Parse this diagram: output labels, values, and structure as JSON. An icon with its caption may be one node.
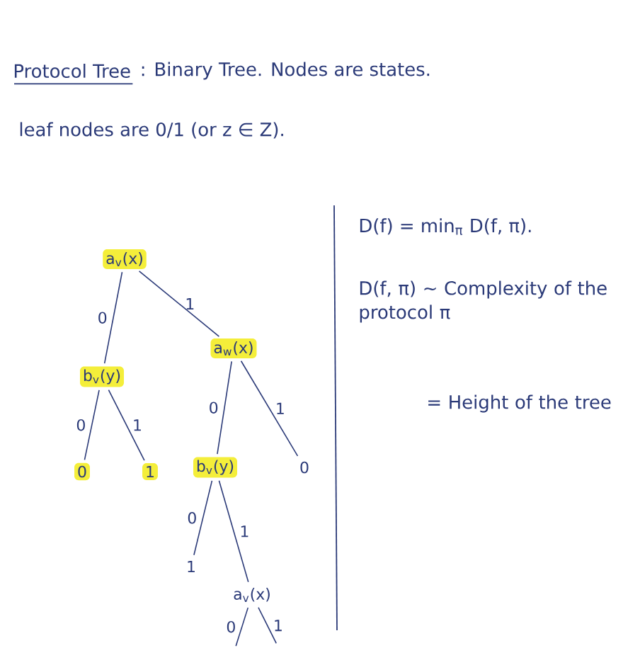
{
  "diagram": {
    "nodes": [
      {
        "text": [
          "a$_{v}$(x)"
        ]
      },
      {
        "text": [
          "b$_{v}$(y)"
        ]
      },
      {
        "text": [
          "a$_{w}$(x)"
        ]
      },
      {
        "text": [
          "0"
        ]
      },
      {
        "text": [
          "1"
        ]
      },
      {
        "text": [
          "b$_{v}$(y)"
        ]
      },
      {
        "text": [
          "0"
        ]
      },
      {
        "text": [
          "1"
        ]
      },
      {
        "text": [
          "a$_{v}$(x)"
        ]
      }
    ],
    "edges": [
      {
        "from": 0,
        "to": 1,
        "arrow": "none",
        "label": "0"
      },
      {
        "from": 0,
        "to": 2,
        "arrow": "none",
        "label": "1"
      },
      {
        "from": 1,
        "to": 3,
        "arrow": "none",
        "label": "0"
      },
      {
        "from": 1,
        "to": 4,
        "arrow": "none",
        "label": "1"
      },
      {
        "from": 2,
        "to": 5,
        "arrow": "none",
        "label": "0"
      },
      {
        "from": 2,
        "to": 6,
        "arrow": "none",
        "label": "1"
      },
      {
        "from": 5,
        "to": 7,
        "arrow": "none",
        "label": "0"
      },
      {
        "from": 5,
        "to": 8,
        "arrow": "none",
        "label": "1"
      },
      {
        "from": 8,
        "to": null,
        "arrow": "none",
        "label": "0"
      },
      {
        "from": 8,
        "to": null,
        "arrow": "none",
        "label": "1"
      }
    ],
    "labels": [
      "Protocol Tree",
      ": Binary Tree. Nodes are states.",
      "leaf nodes are 0/1 (or z ∈ Z).",
      "D(f) = min$_{π}$ D(f, π).",
      "D(f, π) ~ Complexity of the protocol π",
      "= Height of the tree"
    ]
  }
}
